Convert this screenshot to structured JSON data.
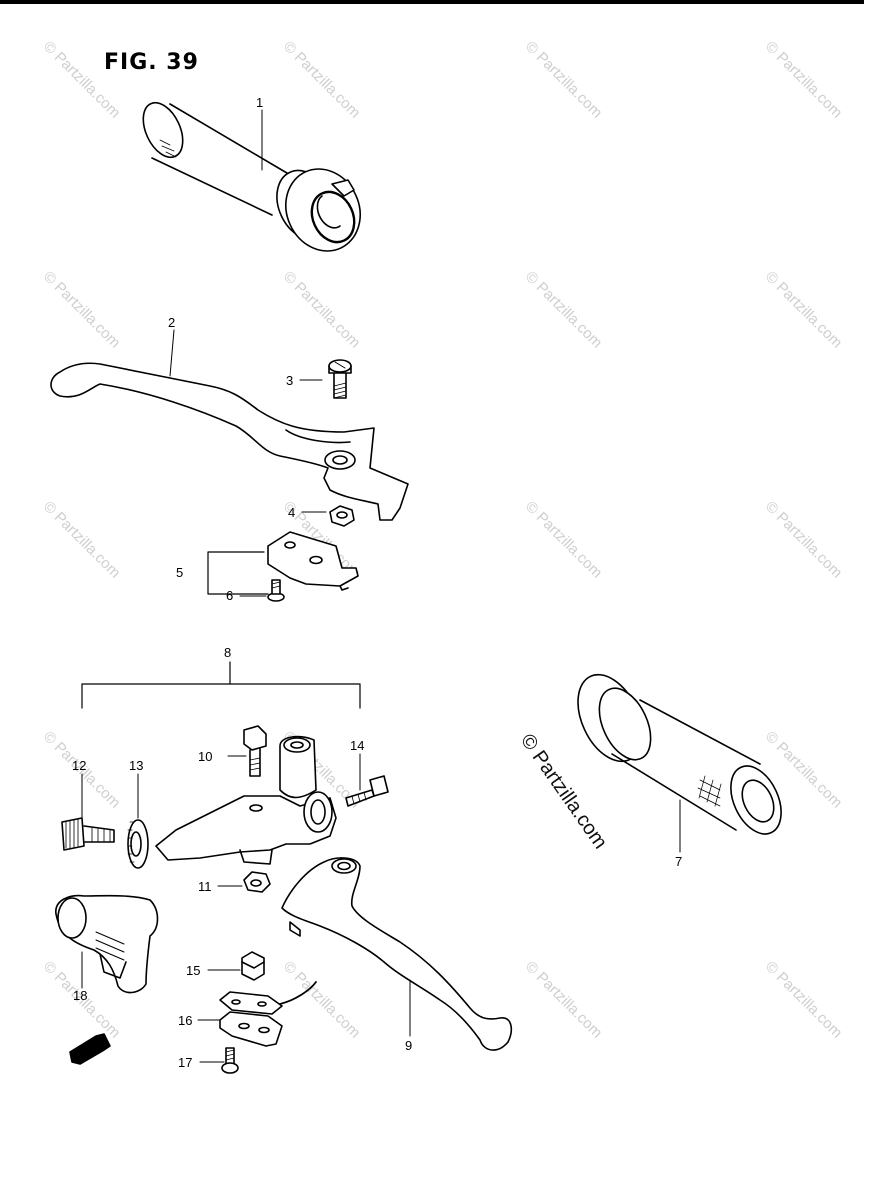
{
  "figure_title": "FIG. 39",
  "watermark_text": "© Partzilla.com",
  "parts": [
    {
      "id": "part-1",
      "label": "1"
    },
    {
      "id": "part-2",
      "label": "2"
    },
    {
      "id": "part-3",
      "label": "3"
    },
    {
      "id": "part-4",
      "label": "4"
    },
    {
      "id": "part-5",
      "label": "5"
    },
    {
      "id": "part-6",
      "label": "6"
    },
    {
      "id": "part-7",
      "label": "7"
    },
    {
      "id": "part-8",
      "label": "8"
    },
    {
      "id": "part-9",
      "label": "9"
    },
    {
      "id": "part-10",
      "label": "10"
    },
    {
      "id": "part-11",
      "label": "11"
    },
    {
      "id": "part-12",
      "label": "12"
    },
    {
      "id": "part-13",
      "label": "13"
    },
    {
      "id": "part-14",
      "label": "14"
    },
    {
      "id": "part-15",
      "label": "15"
    },
    {
      "id": "part-16",
      "label": "16"
    },
    {
      "id": "part-17",
      "label": "17"
    },
    {
      "id": "part-18",
      "label": "18"
    }
  ],
  "fwd_label": "FWD",
  "colors": {
    "ink": "#000000",
    "watermark": "#cfcfcf",
    "paper": "#ffffff"
  }
}
